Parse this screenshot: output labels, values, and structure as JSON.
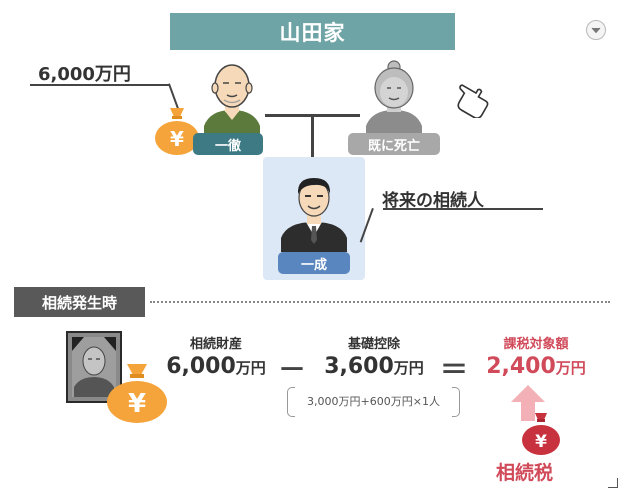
{
  "header": {
    "title": "山田家"
  },
  "inheritance": {
    "amount": "6,000万円"
  },
  "family": {
    "grandfather": {
      "name": "一徹"
    },
    "grandmother": {
      "name": "既に死亡"
    },
    "heir": {
      "name": "一成",
      "caption": "将来の相続人"
    }
  },
  "section": {
    "label": "相続発生時"
  },
  "equation": {
    "assets": {
      "label": "相続財産",
      "value": "6,000",
      "unit": "万円"
    },
    "minus": "－",
    "deduction": {
      "label": "基礎控除",
      "value": "3,600",
      "unit": "万円"
    },
    "equals": "＝",
    "taxable": {
      "label": "課税対象額",
      "value": "2,400",
      "unit": "万円"
    },
    "calc_note": "3,000万円+600万円×1人"
  },
  "tax": {
    "label": "相続税"
  },
  "colors": {
    "title_bg": "#6fa4a6",
    "name_tag_teal": "#3d7a84",
    "name_tag_gray": "#a8a8a8",
    "name_tag_blue": "#5a86c0",
    "accent_red": "#d14a5a",
    "money_bag": "#f4a43a",
    "section_tag": "#595959"
  },
  "icons": [
    "chevron-down-icon",
    "money-bag-icon",
    "yen-icon",
    "pointer-hand-icon",
    "up-arrow-icon"
  ]
}
